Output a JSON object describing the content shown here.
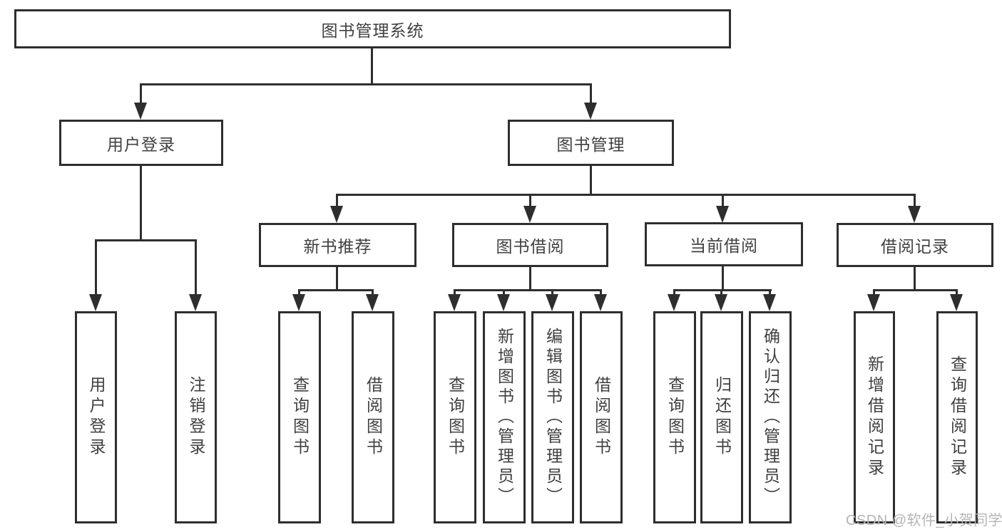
{
  "diagram_title": "图书管理系统",
  "tree": {
    "root": {
      "label": "图书管理系统",
      "children": [
        {
          "label": "用户登录",
          "children": [
            {
              "label": "用户登录"
            },
            {
              "label": "注销登录"
            }
          ]
        },
        {
          "label": "图书管理",
          "children": [
            {
              "label": "新书推荐",
              "children": [
                {
                  "label": "查询图书"
                },
                {
                  "label": "借阅图书"
                }
              ]
            },
            {
              "label": "图书借阅",
              "children": [
                {
                  "label": "查询图书"
                },
                {
                  "label": "新增图书（管理员）"
                },
                {
                  "label": "编辑图书（管理员）"
                },
                {
                  "label": "借阅图书"
                }
              ]
            },
            {
              "label": "当前借阅",
              "children": [
                {
                  "label": "查询图书"
                },
                {
                  "label": "归还图书"
                },
                {
                  "label": "确认归还（管理员）"
                }
              ]
            },
            {
              "label": "借阅记录",
              "children": [
                {
                  "label": "新增借阅记录"
                },
                {
                  "label": "查询借阅记录"
                }
              ]
            }
          ]
        }
      ]
    }
  },
  "watermark": {
    "text": "CSDN @软件_小贺同学"
  },
  "colors": {
    "line": "#2e2e2e",
    "text": "#404040",
    "watermark": "#b5b5b5",
    "background": "#ffffff"
  }
}
